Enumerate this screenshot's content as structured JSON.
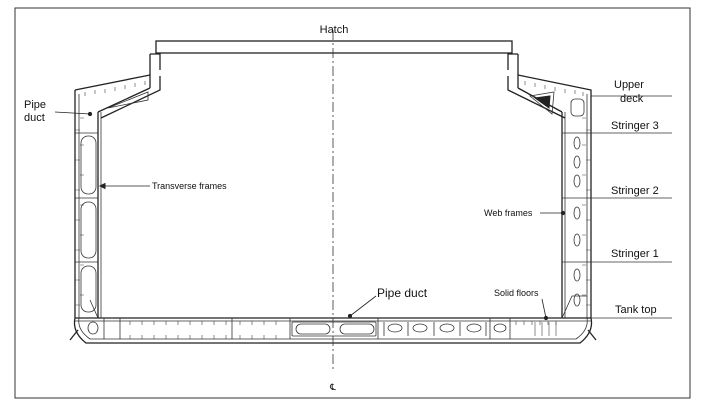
{
  "diagram": {
    "labels": {
      "hatch": "Hatch",
      "pipe_duct_side_line1": "Pipe",
      "pipe_duct_side_line2": "duct",
      "transverse_frames": "Transverse frames",
      "upper_deck_line1": "Upper",
      "upper_deck_line2": "deck",
      "stringer_3": "Stringer 3",
      "stringer_2": "Stringer 2",
      "stringer_1": "Stringer 1",
      "tank_top": "Tank top",
      "web_frames": "Web frames",
      "pipe_duct_bottom": "Pipe duct",
      "solid_floors": "Solid floors",
      "centreline": "℄"
    }
  }
}
